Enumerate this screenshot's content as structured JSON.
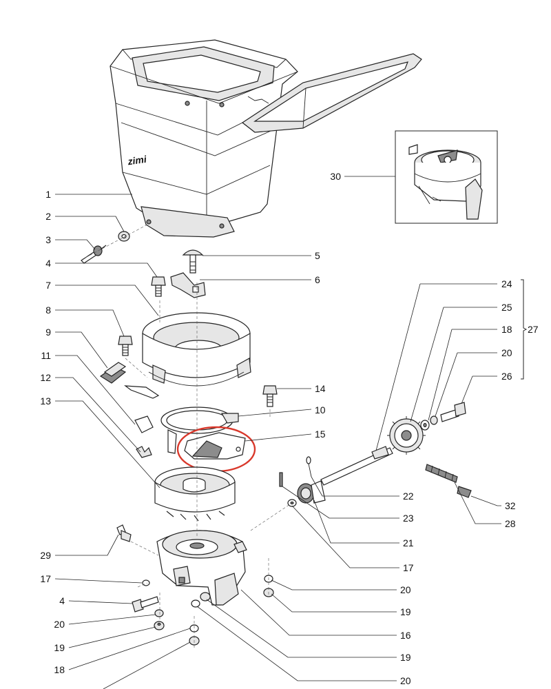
{
  "hopper_logo": "zimi",
  "callouts": [
    {
      "id": "c1",
      "label": "1"
    },
    {
      "id": "c2",
      "label": "2"
    },
    {
      "id": "c3",
      "label": "3"
    },
    {
      "id": "c4a",
      "label": "4"
    },
    {
      "id": "c5",
      "label": "5"
    },
    {
      "id": "c6",
      "label": "6"
    },
    {
      "id": "c7",
      "label": "7"
    },
    {
      "id": "c8",
      "label": "8"
    },
    {
      "id": "c9",
      "label": "9"
    },
    {
      "id": "c10",
      "label": "10"
    },
    {
      "id": "c11",
      "label": "11"
    },
    {
      "id": "c12",
      "label": "12"
    },
    {
      "id": "c13",
      "label": "13"
    },
    {
      "id": "c14",
      "label": "14"
    },
    {
      "id": "c15",
      "label": "15"
    },
    {
      "id": "c16",
      "label": "16"
    },
    {
      "id": "c17a",
      "label": "17"
    },
    {
      "id": "c17b",
      "label": "17"
    },
    {
      "id": "c18a",
      "label": "18"
    },
    {
      "id": "c18b",
      "label": "18"
    },
    {
      "id": "c19a",
      "label": "19"
    },
    {
      "id": "c19b",
      "label": "19"
    },
    {
      "id": "c19c",
      "label": "19"
    },
    {
      "id": "c20a",
      "label": "20"
    },
    {
      "id": "c20b",
      "label": "20"
    },
    {
      "id": "c20c",
      "label": "20"
    },
    {
      "id": "c20d",
      "label": "20"
    },
    {
      "id": "c21",
      "label": "21"
    },
    {
      "id": "c22",
      "label": "22"
    },
    {
      "id": "c23",
      "label": "23"
    },
    {
      "id": "c24",
      "label": "24"
    },
    {
      "id": "c25",
      "label": "25"
    },
    {
      "id": "c26",
      "label": "26"
    },
    {
      "id": "c27",
      "label": "27"
    },
    {
      "id": "c28",
      "label": "28"
    },
    {
      "id": "c29",
      "label": "29"
    },
    {
      "id": "c30",
      "label": "30"
    },
    {
      "id": "c32",
      "label": "32"
    },
    {
      "id": "c4b",
      "label": "4"
    }
  ],
  "highlighted_part": "15"
}
